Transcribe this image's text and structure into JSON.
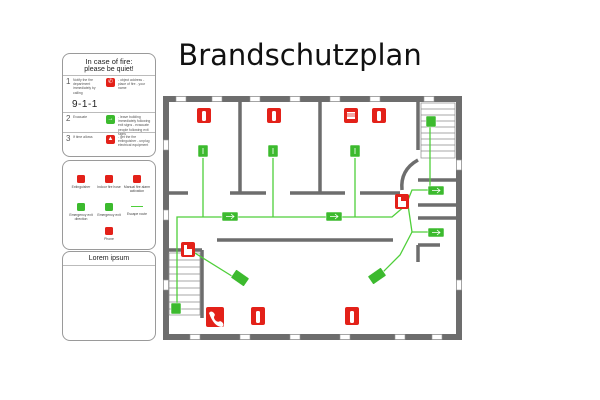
{
  "title": "Brandschutzplan",
  "instructions": {
    "heading_line1": "In case of fire:",
    "heading_line2": "please be quiet!",
    "emergency_number": "9-1-1",
    "steps": [
      {
        "number": "1",
        "text": "Notify the fire department immediately by calling",
        "icon": "phone-icon",
        "color": "#e32119",
        "detail": "- object address - place of fire - your name"
      },
      {
        "number": "2",
        "text": "Evacuate",
        "icon": "exit-icon",
        "color": "#3cba2e",
        "detail": "- leave building immediately following exit signs - evacuate people following exit signs"
      },
      {
        "number": "3",
        "text": "If time allows",
        "icon": "extinguisher-icon",
        "color": "#e32119",
        "detail": "- get the fire extinguisher - unplug electrical equipment"
      }
    ]
  },
  "legend": {
    "items": [
      {
        "label": "Extinguisher",
        "icon": "extinguisher-icon",
        "color": "#e32119"
      },
      {
        "label": "Indoor fire hose",
        "icon": "fire-hose-icon",
        "color": "#e32119"
      },
      {
        "label": "Manual fire alarm activation",
        "icon": "fire-alarm-icon",
        "color": "#e32119"
      },
      {
        "label": "Emergency exit direction",
        "icon": "exit-direction-icon",
        "color": "#3cba2e"
      },
      {
        "label": "Emergency exit",
        "icon": "emergency-exit-icon",
        "color": "#3cba2e"
      },
      {
        "label": "Escape route",
        "icon": "escape-route-line",
        "color": "#4fcf3a"
      },
      {
        "label": "Phone",
        "icon": "phone-icon",
        "color": "#e32119"
      }
    ]
  },
  "notes": {
    "title": "Lorem ipsum"
  },
  "colors": {
    "wall": "#6d6d6d",
    "safety_red": "#e32119",
    "safety_green": "#3cba2e",
    "route": "#4fcf3a"
  }
}
